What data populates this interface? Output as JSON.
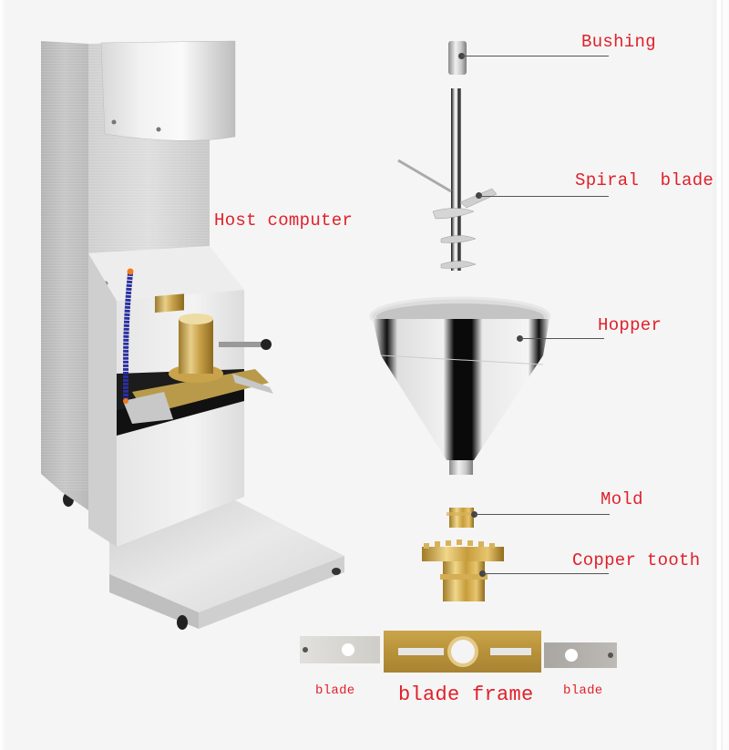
{
  "image": {
    "subject": "meatball machine exploded parts diagram",
    "background_color": "#f5f5f5",
    "label_color": "#e0202a",
    "leader_color": "#555555"
  },
  "labels": {
    "host_computer": "Host computer",
    "bushing": "Bushing",
    "spiral_blade": "Spiral  blade",
    "hopper": "Hopper",
    "mold": "Mold",
    "copper_tooth": "Copper tooth",
    "blade_left": "blade",
    "blade_frame": "blade frame",
    "blade_right": "blade"
  },
  "parts": [
    {
      "name": "Bushing",
      "material": "stainless steel"
    },
    {
      "name": "Spiral blade",
      "material": "stainless steel"
    },
    {
      "name": "Hopper",
      "material": "stainless steel"
    },
    {
      "name": "Mold",
      "material": "brass"
    },
    {
      "name": "Copper tooth",
      "material": "brass"
    },
    {
      "name": "blade",
      "material": "stainless steel"
    },
    {
      "name": "blade frame",
      "material": "brass"
    },
    {
      "name": "blade",
      "material": "stainless steel"
    }
  ]
}
